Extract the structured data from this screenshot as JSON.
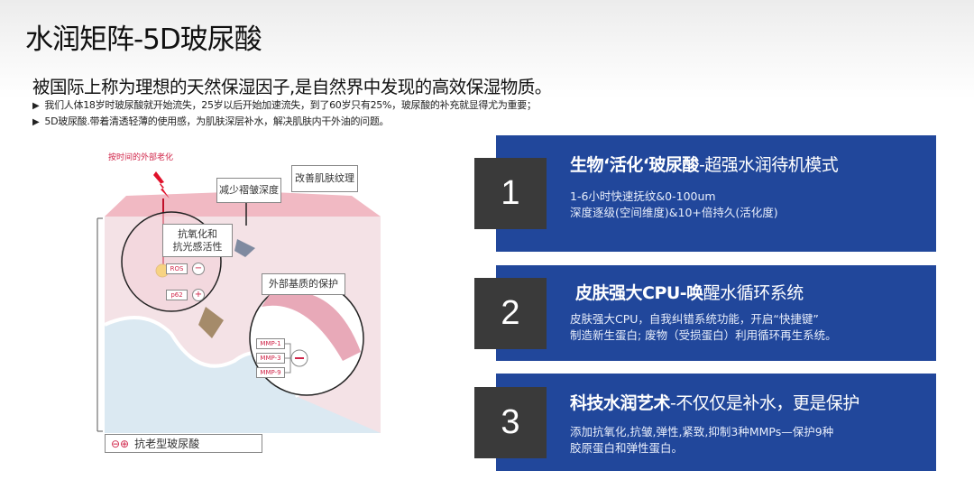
{
  "title": "水润矩阵-5D玻尿酸",
  "subtitle": "被国际上称为理想的天然保湿因子,是自然界中发现的高效保湿物质。",
  "bullets": [
    "我们人体18岁时玻尿酸就开始流失，25岁以后开始加速流失，到了60岁只有25%，玻尿酸的补充就显得尤为重要；",
    "5D玻尿酸.带着清透轻薄的使用感，为肌肤深层补水，解决肌肤内干外油的问题。"
  ],
  "diagram": {
    "aging_label": "按时间的外部老化",
    "wrinkle_label": "减少褶皱深度",
    "texture_label": "改善肌肤纹理",
    "antiox_label_1": "抗氧化和",
    "antiox_label_2": "抗光感活性",
    "ros": "ROS",
    "p62": "p62",
    "matrix_label": "外部基质的保护",
    "mmp": [
      "MMP-1",
      "MMP-3",
      "MMP-9"
    ],
    "legend": "抗老型玻尿酸"
  },
  "cards": [
    {
      "number": "1",
      "title_bold": "生物‘活化‘玻尿酸",
      "title_rest": "-超强水润待机模式",
      "lines": [
        "1-6小时快速抚纹&0-100um",
        "深度逐级(空间维度)&10+倍持久(活化度)"
      ]
    },
    {
      "number": "2",
      "title_bold": "皮肤强大CPU-唤",
      "title_rest": "醒水循环系统",
      "lines": [
        "皮肤强大CPU，自我纠错系统功能，开启“快捷键”",
        "制造新生蛋白; 废物（受损蛋白）利用循环再生系统。"
      ]
    },
    {
      "number": "3",
      "title_bold": "科技水润艺术",
      "title_rest": "-不仅仅是补水，更是保护",
      "lines": [
        "添加抗氧化,抗皱,弹性,紧致,抑制3种MMPs—保护9种",
        "胶原蛋白和弹性蛋白。"
      ]
    }
  ],
  "colors": {
    "card_blue": "#21479b",
    "number_box": "#3a3a3a",
    "accent_red": "#d0264a"
  }
}
